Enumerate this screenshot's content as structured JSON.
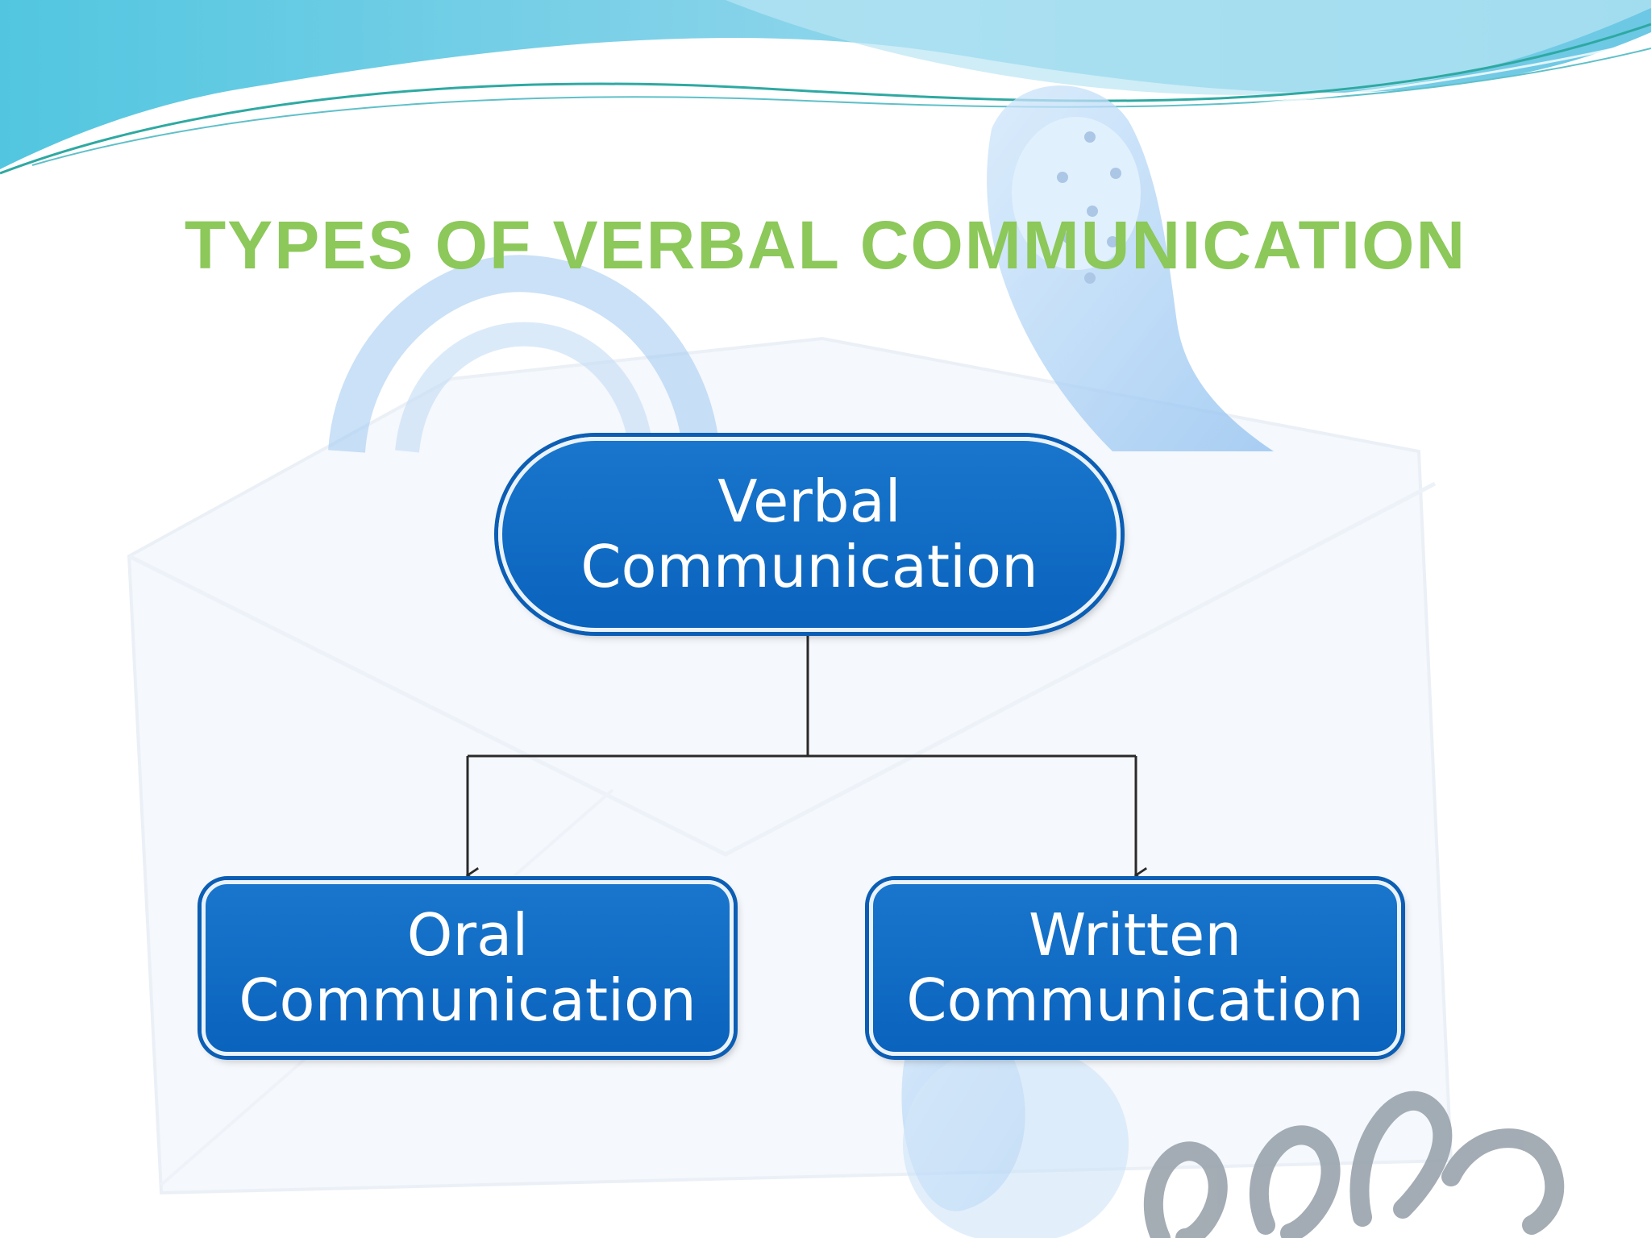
{
  "slide": {
    "title": "TYPES OF VERBAL COMMUNICATION",
    "title_color": "#8cc85a",
    "accent_color": "#0a66c2"
  },
  "diagram": {
    "root": {
      "line1": "Verbal",
      "line2": "Communication"
    },
    "children": [
      {
        "line1": "Oral",
        "line2": "Communication"
      },
      {
        "line1": "Written",
        "line2": "Communication"
      }
    ]
  },
  "icons": {
    "background": [
      "telephone-handset-icon",
      "envelope-icon",
      "phone-cord-icon"
    ]
  }
}
